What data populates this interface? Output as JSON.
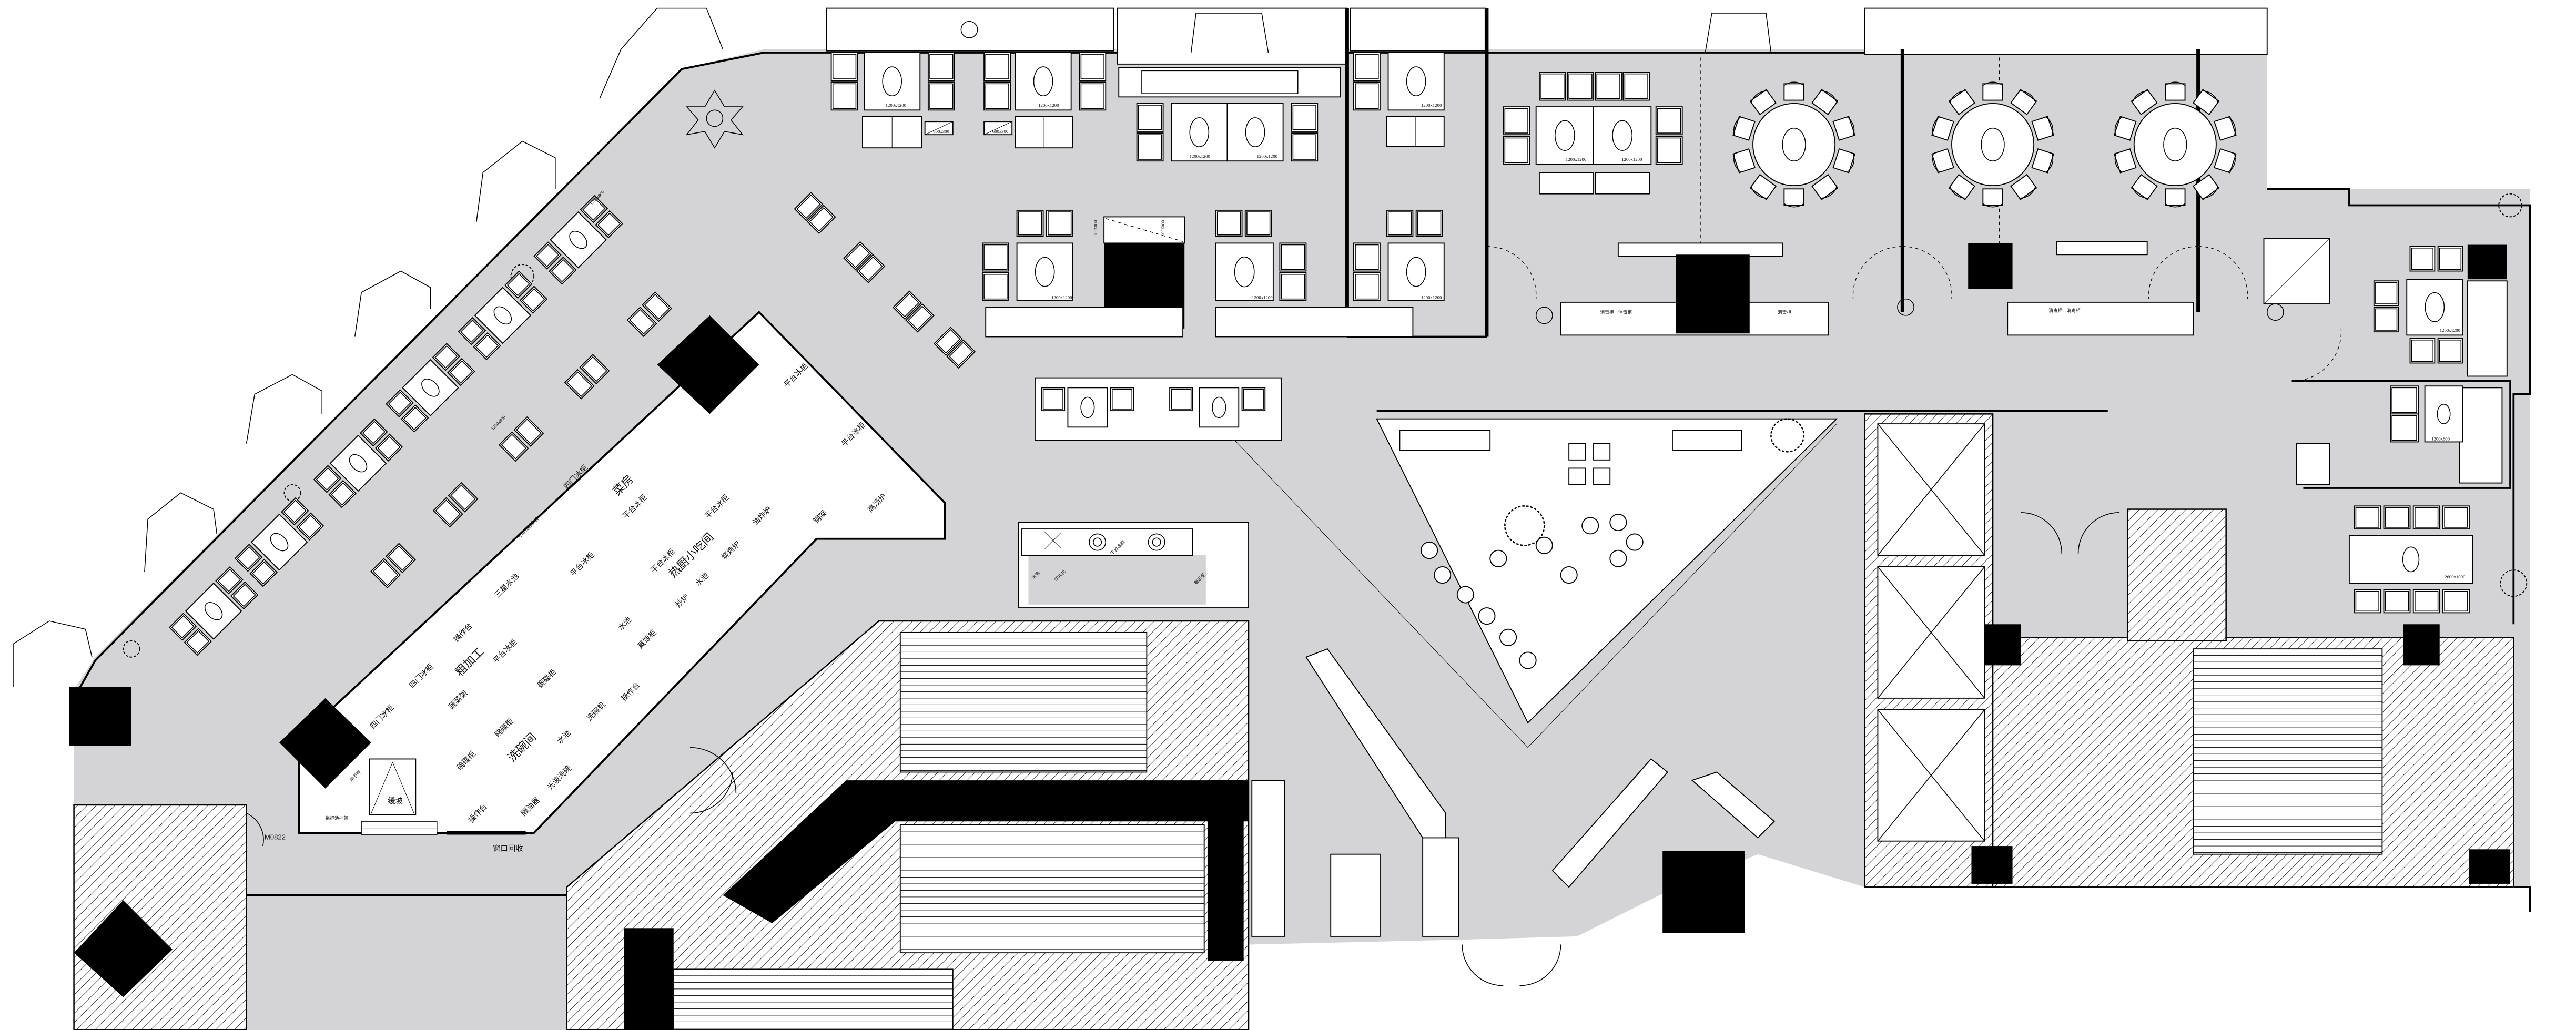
{
  "kitchen": {
    "rooms": {
      "veg_room": "菜房",
      "hot_kitchen": "热厨小吃间",
      "rough_processing": "粗加工",
      "dishwashing": "洗碗间"
    },
    "equipment": {
      "platform_fridge": "平台冰柜",
      "four_door_fridge": "四门冰柜",
      "ice_maker": "分体式制冰机",
      "triple_sink": "三星水池",
      "worktable": "操作台",
      "sink": "水池",
      "wok_stove": "炒炉",
      "rice_steamer": "蒸饭柜",
      "grill": "烧烤炉",
      "fryer": "油炸炉",
      "steel_rack": "钢架",
      "stock_stove": "高汤炉",
      "veg_rack": "蔬菜架",
      "dish_cabinet": "碗碟柜",
      "dishwasher": "洗碗机",
      "lightwave_dishwasher": "光波洗碗",
      "grease_trap": "隔油器"
    },
    "ramp": "缓坡",
    "window_return": "窗口回收",
    "mop_rack": "拖把池挂架",
    "scale": "电子秤",
    "door_code": "M0822"
  },
  "bar": {
    "sink": "水池",
    "slicer": "切片机",
    "platform_fridge": "平台冰柜",
    "display_cabinet": "展示柜"
  },
  "private_rooms": {
    "disinfection_cabinet": "消毒柜"
  },
  "table_sizes": {
    "t1200x1200": "1200x1200",
    "t1200x800": "1200x800",
    "t600x300": "600x300",
    "t800x300": "800x300",
    "t2600x1000": "2600x1000"
  },
  "colors": {
    "floor": "#d4d3d5",
    "wall": "#000000",
    "room": "#ffffff"
  }
}
